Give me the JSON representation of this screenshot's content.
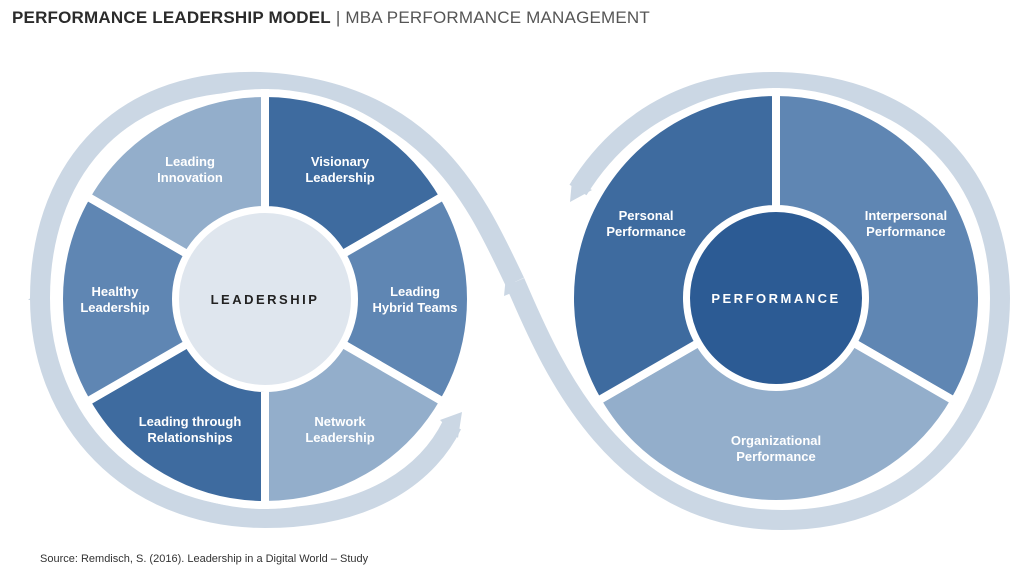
{
  "header": {
    "title": "PERFORMANCE LEADERSHIP MODEL",
    "separator": "|",
    "subtitle": "MBA PERFORMANCE MANAGEMENT"
  },
  "leadership": {
    "center_label": "LEADERSHIP",
    "segments": [
      {
        "line1": "Visionary",
        "line2": "Leadership"
      },
      {
        "line1": "Leading",
        "line2": "Hybrid Teams"
      },
      {
        "line1": "Network",
        "line2": "Leadership"
      },
      {
        "line1": "Leading through",
        "line2": "Relationships"
      },
      {
        "line1": "Healthy",
        "line2": "Leadership"
      },
      {
        "line1": "Leading",
        "line2": "Innovation"
      }
    ]
  },
  "performance": {
    "center_label": "PERFORMANCE",
    "segments": [
      {
        "line1": "Interpersonal",
        "line2": "Performance"
      },
      {
        "line1": "Organizational",
        "line2": "Performance"
      },
      {
        "line1": "Personal",
        "line2": "Performance"
      }
    ]
  },
  "colors": {
    "dark": "#3e6b9f",
    "medium": "#5f86b3",
    "light": "#93aecb",
    "center_light": "#dfe6ee",
    "center_dark": "#2c5b94",
    "ring": "#cbd7e4"
  },
  "footer": {
    "source": "Source: Remdisch, S. (2016). Leadership in  a Digital World – Study"
  }
}
